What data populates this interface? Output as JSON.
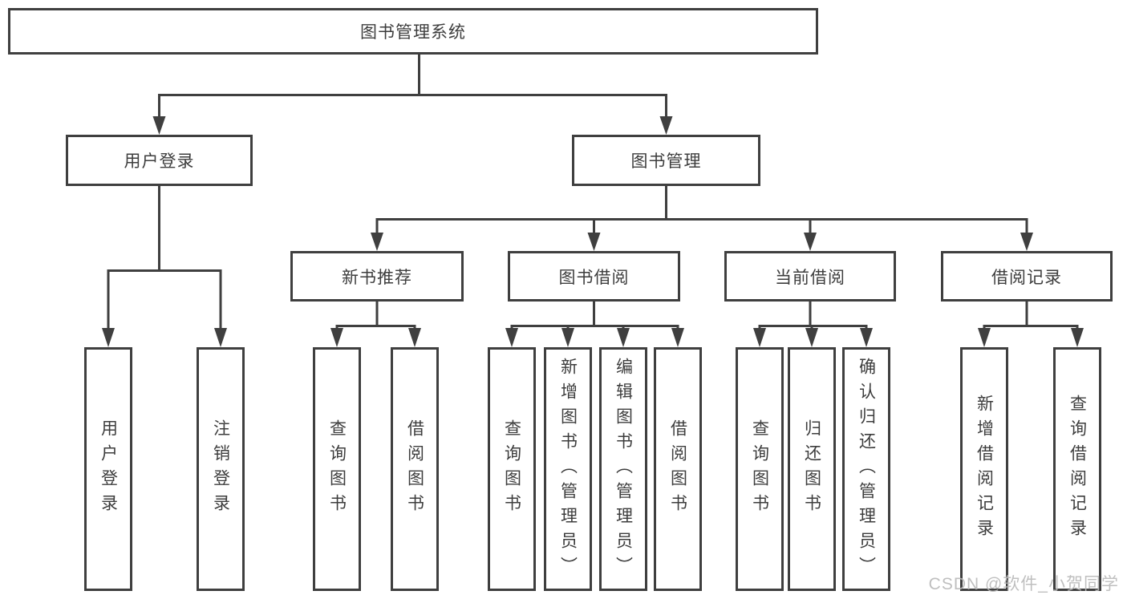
{
  "nodes": {
    "root": "图书管理系统",
    "user_login": "用户登录",
    "book_mgmt": "图书管理",
    "new_book_rec": "新书推荐",
    "book_borrow": "图书借阅",
    "current_borrow": "当前借阅",
    "borrow_record": "借阅记录",
    "leaf_user_login": "用户登录",
    "leaf_logout": "注销登录",
    "leaf_query_book_rec": "查询图书",
    "leaf_borrow_book_rec": "借阅图书",
    "leaf_query_book_borrow": "查询图书",
    "leaf_add_book": "新增图书（管理员）",
    "leaf_edit_book": "编辑图书（管理员）",
    "leaf_borrow_book_borrow": "借阅图书",
    "leaf_query_book_current": "查询图书",
    "leaf_return_book": "归还图书",
    "leaf_confirm_return": "确认归还（管理员）",
    "leaf_add_borrow_record": "新增借阅记录",
    "leaf_query_borrow_record": "查询借阅记录"
  },
  "watermark": "CSDN @软件_小贺同学",
  "colors": {
    "line": "#3f3f3f",
    "text": "#3d3d3d",
    "watermark": "#bababa",
    "background": "#ffffff"
  }
}
